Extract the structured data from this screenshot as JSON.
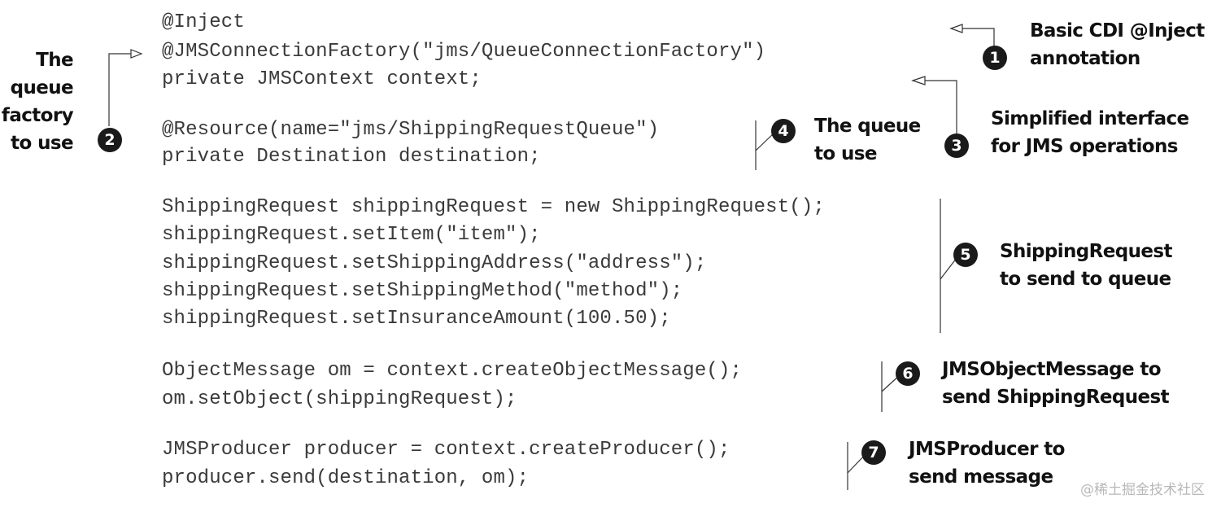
{
  "code": {
    "lines": [
      "@Inject",
      "@JMSConnectionFactory(\"jms/QueueConnectionFactory\")",
      "private JMSContext context;",
      "@Resource(name=\"jms/ShippingRequestQueue\")",
      "private Destination destination;",
      "ShippingRequest shippingRequest = new ShippingRequest();",
      "shippingRequest.setItem(\"item\");",
      "shippingRequest.setShippingAddress(\"address\");",
      "shippingRequest.setShippingMethod(\"method\");",
      "shippingRequest.setInsuranceAmount(100.50);",
      "ObjectMessage om = context.createObjectMessage();",
      "om.setObject(shippingRequest);",
      "JMSProducer producer = context.createProducer();",
      "producer.send(destination, om);"
    ]
  },
  "annotations": [
    {
      "number": "1",
      "text": "Basic CDI @Inject\nannotation"
    },
    {
      "number": "2",
      "text": "The\nqueue\nfactory\nto use"
    },
    {
      "number": "3",
      "text": "Simplified interface\nfor JMS operations"
    },
    {
      "number": "4",
      "text": "The queue\nto use"
    },
    {
      "number": "5",
      "text": "ShippingRequest\nto send to queue"
    },
    {
      "number": "6",
      "text": "JMSObjectMessage to\nsend ShippingRequest"
    },
    {
      "number": "7",
      "text": "JMSProducer to\nsend message"
    }
  ],
  "watermark": "@稀土掘金技术社区",
  "colors": {
    "code_text": "#3a3a3a",
    "annotation_text": "#111111",
    "bullet_fill": "#1a1a1a",
    "watermark": "#b8b8b8"
  }
}
